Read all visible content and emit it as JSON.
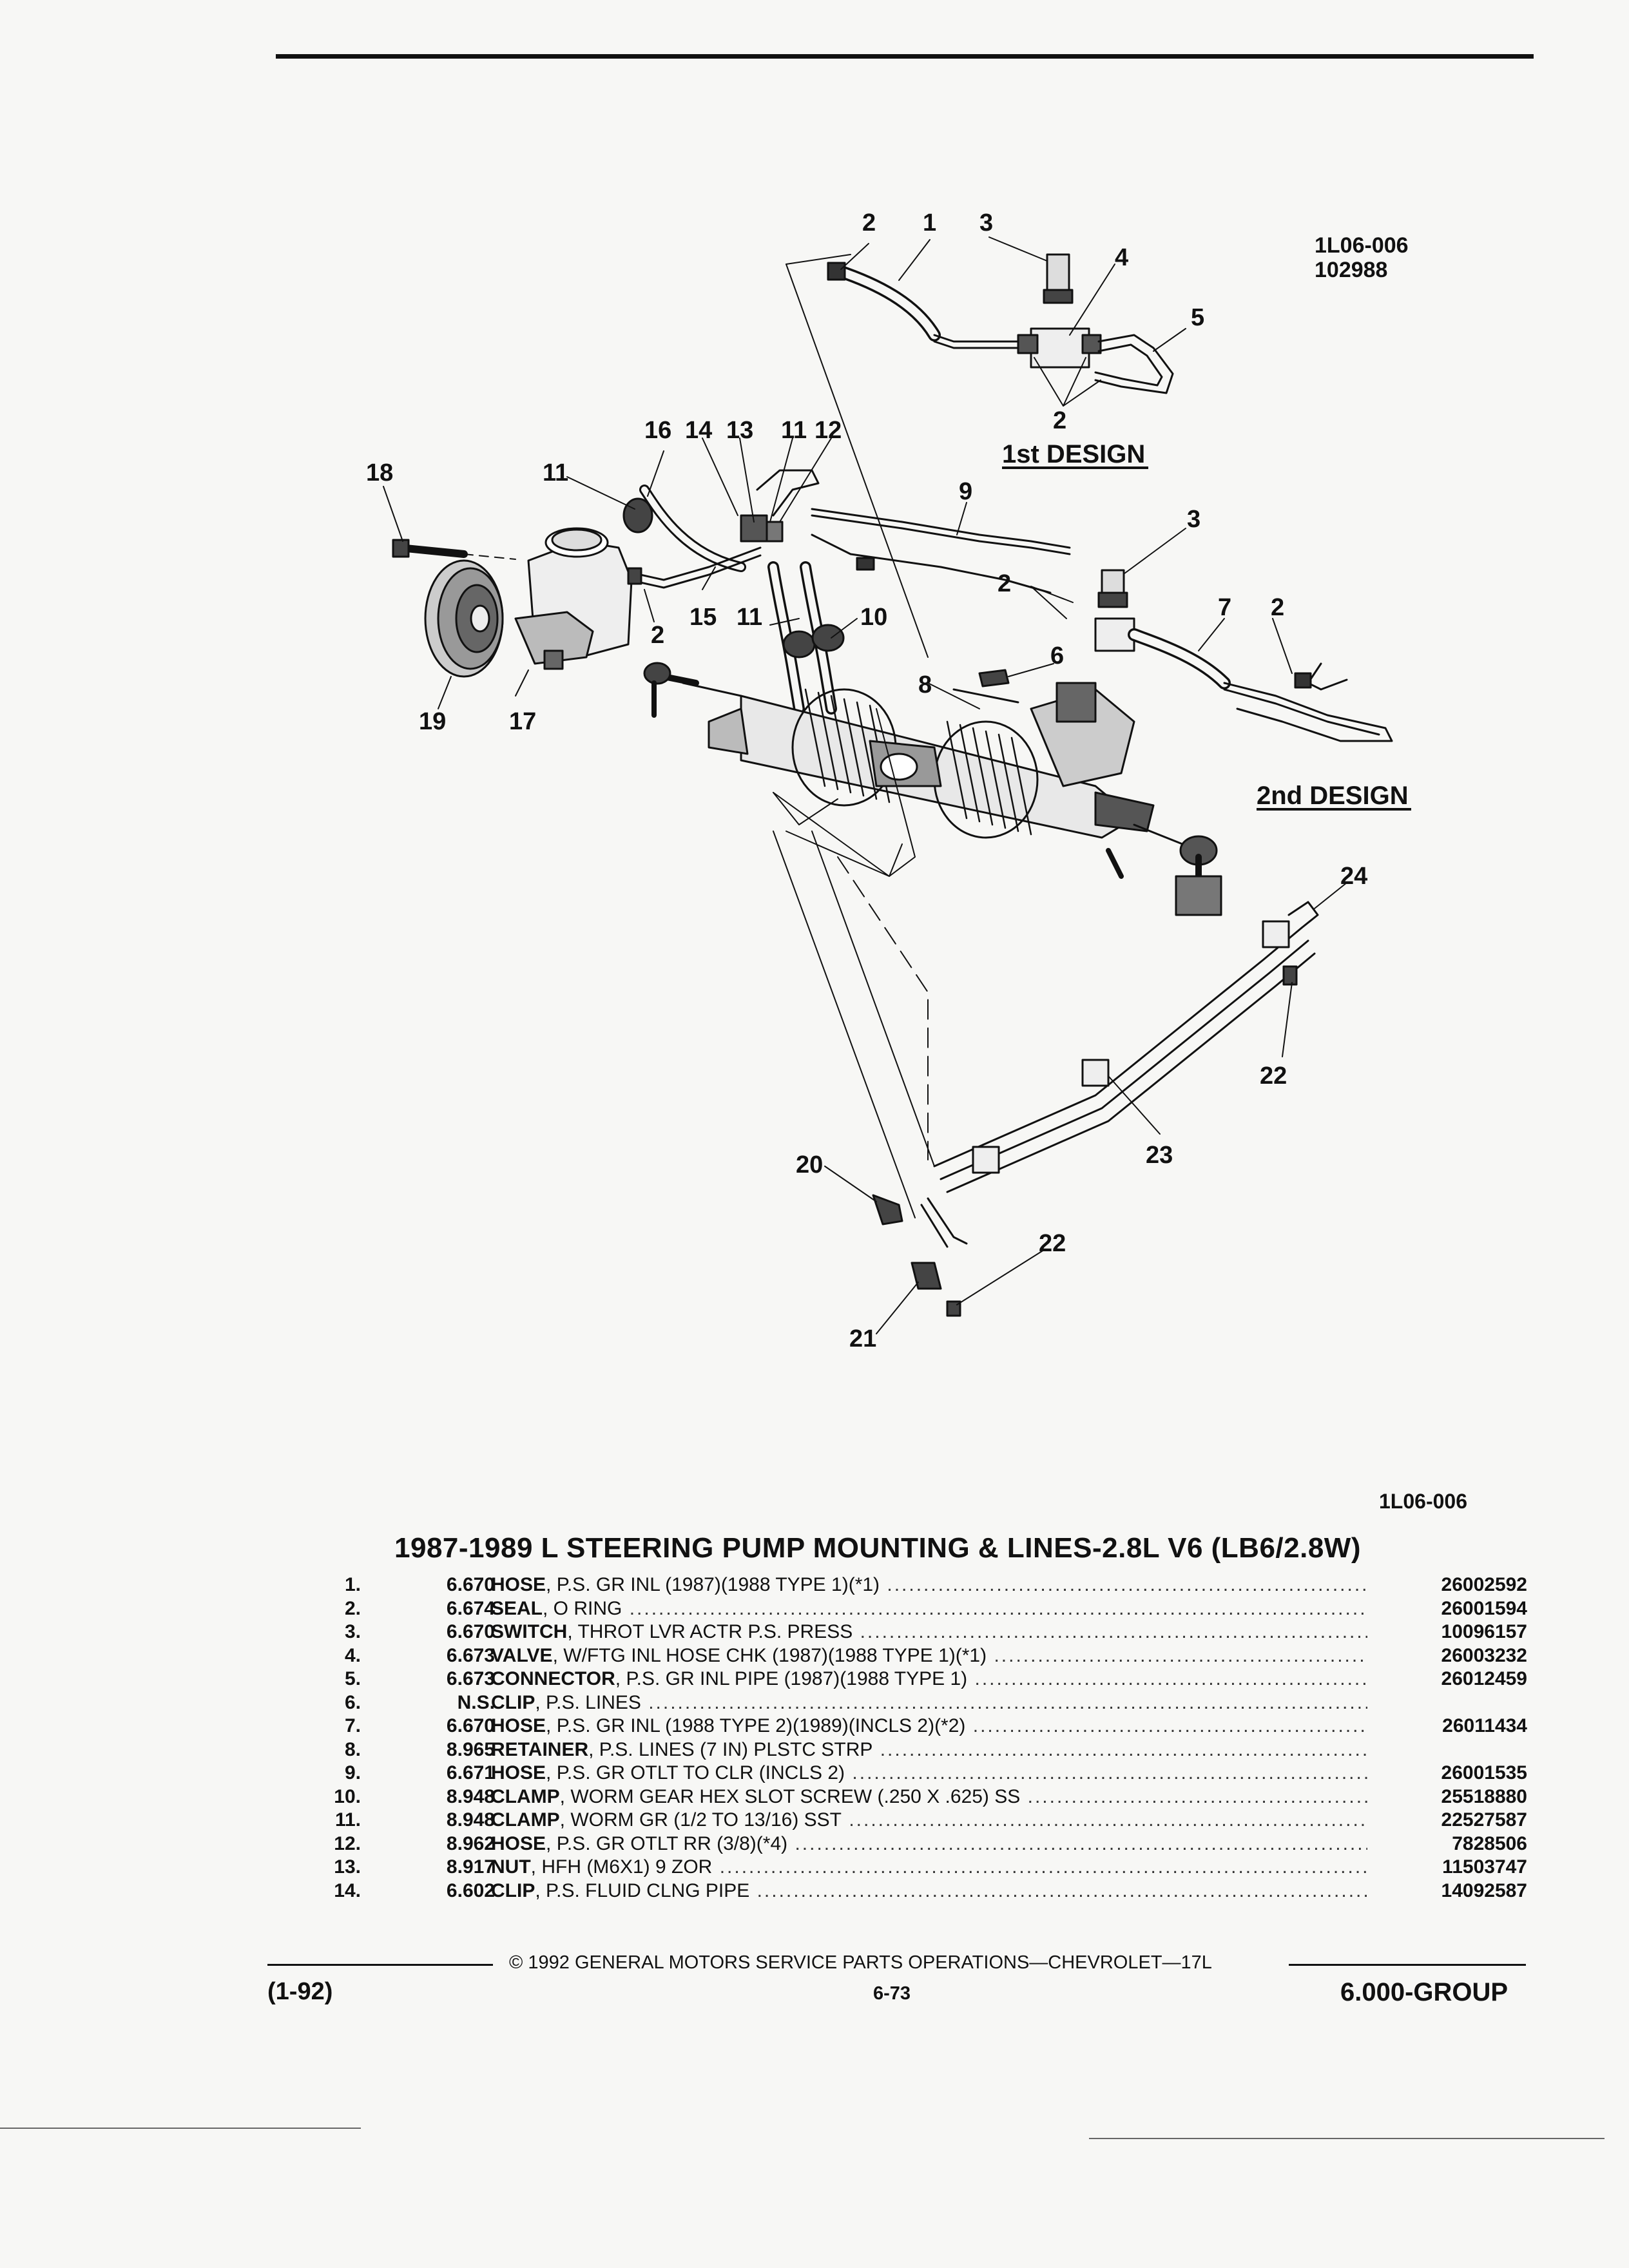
{
  "diagram": {
    "ref_code_lines": [
      "1L06-006",
      "102988"
    ],
    "first_design_label": "1st DESIGN",
    "second_design_label": "2nd DESIGN",
    "callouts": {
      "c1": "1",
      "c2a": "2",
      "c3a": "3",
      "c4": "4",
      "c5": "5",
      "c2b": "2",
      "c16": "16",
      "c14": "14",
      "c13": "13",
      "c11a": "11",
      "c12": "12",
      "c18": "18",
      "c11b": "11",
      "c9": "9",
      "c3b": "3",
      "c2c": "2",
      "c7": "7",
      "c2d": "2",
      "c2e": "2",
      "c15": "15",
      "c11c": "11",
      "c10": "10",
      "c6": "6",
      "c8": "8",
      "c19": "19",
      "c17": "17",
      "c24": "24",
      "c22a": "22",
      "c23": "23",
      "c20": "20",
      "c22b": "22",
      "c21": "21"
    },
    "bottom_ref_code": "1L06-006"
  },
  "section_title": "1987-1989 L STEERING PUMP MOUNTING & LINES-2.8L V6 (LB6/2.8W)",
  "parts": [
    {
      "num": "1.",
      "code": "6.670",
      "name": "HOSE",
      "spec": ", P.S. GR INL (1987)(1988 TYPE 1)(*1)",
      "part_no": "26002592"
    },
    {
      "num": "2.",
      "code": "6.674",
      "name": "SEAL",
      "spec": ", O RING",
      "part_no": "26001594"
    },
    {
      "num": "3.",
      "code": "6.670",
      "name": "SWITCH",
      "spec": ", THROT LVR ACTR P.S. PRESS",
      "part_no": "10096157"
    },
    {
      "num": "4.",
      "code": "6.673",
      "name": "VALVE",
      "spec": ", W/FTG INL HOSE CHK (1987)(1988 TYPE 1)(*1)",
      "part_no": "26003232"
    },
    {
      "num": "5.",
      "code": "6.673",
      "name": "CONNECTOR",
      "spec": ", P.S. GR INL PIPE (1987)(1988 TYPE 1)",
      "part_no": "26012459"
    },
    {
      "num": "6.",
      "code": "N.S.",
      "name": "CLIP",
      "spec": ", P.S. LINES",
      "part_no": ""
    },
    {
      "num": "7.",
      "code": "6.670",
      "name": "HOSE",
      "spec": ", P.S. GR INL (1988 TYPE 2)(1989)(INCLS 2)(*2)",
      "part_no": "26011434"
    },
    {
      "num": "8.",
      "code": "8.965",
      "name": "RETAINER",
      "spec": ", P.S. LINES (7 IN) PLSTC STRP",
      "part_no": ""
    },
    {
      "num": "9.",
      "code": "6.671",
      "name": "HOSE",
      "spec": ", P.S. GR OTLT TO CLR (INCLS 2)",
      "part_no": "26001535"
    },
    {
      "num": "10.",
      "code": "8.948",
      "name": "CLAMP",
      "spec": ", WORM GEAR HEX SLOT SCREW (.250 X .625) SS",
      "part_no": "25518880"
    },
    {
      "num": "11.",
      "code": "8.948",
      "name": "CLAMP",
      "spec": ", WORM GR (1/2 TO 13/16) SST",
      "part_no": "22527587"
    },
    {
      "num": "12.",
      "code": "8.962",
      "name": "HOSE",
      "spec": ", P.S. GR OTLT RR (3/8)(*4)",
      "part_no": "7828506"
    },
    {
      "num": "13.",
      "code": "8.917",
      "name": "NUT",
      "spec": ", HFH (M6X1) 9 ZOR",
      "part_no": "11503747"
    },
    {
      "num": "14.",
      "code": "6.602",
      "name": "CLIP",
      "spec": ", P.S. FLUID CLNG PIPE",
      "part_no": "14092587"
    }
  ],
  "footer": {
    "copyright": "© 1992 GENERAL MOTORS SERVICE PARTS OPERATIONS—CHEVROLET—17L",
    "page": "6-73",
    "date": "(1-92)",
    "group": "6.000-GROUP"
  }
}
